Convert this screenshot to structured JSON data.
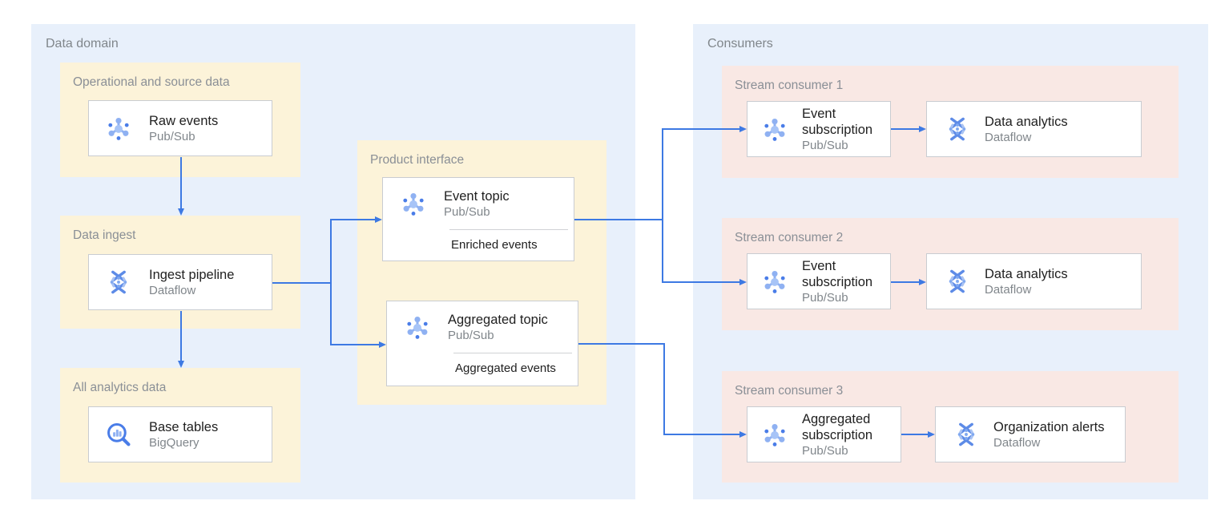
{
  "palette": {
    "container_bg": "#E8F0FB",
    "yellow_group_bg": "#FCF3D9",
    "pink_group_bg": "#F9E8E4",
    "card_bg": "#FFFFFF",
    "card_border": "#C9CCD1",
    "arrow_blue": "#3D79E3",
    "label_gray": "#80868B",
    "title_black": "#212121",
    "icon_light_blue": "#8FB1F2",
    "icon_dark_blue": "#4A7DE8"
  },
  "icons": {
    "pubsub": "pubsub-icon",
    "dataflow": "dataflow-icon",
    "bigquery": "bigquery-icon"
  },
  "data_domain": {
    "label": "Data domain",
    "operational": {
      "label": "Operational and source data",
      "card": {
        "title": "Raw events",
        "product": "Pub/Sub"
      }
    },
    "ingest": {
      "label": "Data ingest",
      "card": {
        "title": "Ingest pipeline",
        "product": "Dataflow"
      }
    },
    "analytics": {
      "label": "All analytics data",
      "card": {
        "title": "Base tables",
        "product": "BigQuery"
      }
    },
    "product_interface": {
      "label": "Product interface",
      "cards": [
        {
          "title": "Event topic",
          "product": "Pub/Sub",
          "sublabel": "Enriched events"
        },
        {
          "title": "Aggregated topic",
          "product": "Pub/Sub",
          "sublabel": "Aggregated events"
        }
      ]
    }
  },
  "consumers": {
    "label": "Consumers",
    "groups": [
      {
        "label": "Stream consumer 1",
        "subscription": {
          "title": "Event subscription",
          "product": "Pub/Sub"
        },
        "processor": {
          "title": "Data analytics",
          "product": "Dataflow"
        }
      },
      {
        "label": "Stream consumer 2",
        "subscription": {
          "title": "Event subscription",
          "product": "Pub/Sub"
        },
        "processor": {
          "title": "Data analytics",
          "product": "Dataflow"
        }
      },
      {
        "label": "Stream consumer 3",
        "subscription": {
          "title": "Aggregated subscription",
          "product": "Pub/Sub"
        },
        "processor": {
          "title": "Organization alerts",
          "product": "Dataflow"
        }
      }
    ]
  }
}
